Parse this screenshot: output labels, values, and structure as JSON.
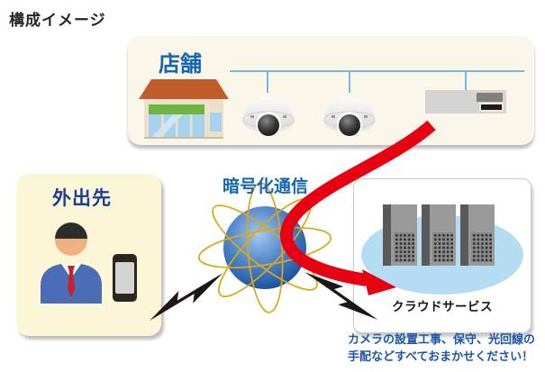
{
  "title": "構成イメージ",
  "panels": {
    "store": {
      "label": "店舗"
    },
    "away": {
      "label": "外出先"
    },
    "cloud": {
      "label": "クラウドサービス"
    }
  },
  "encryption_label": "暗号化通信",
  "caption": {
    "line1": "カメラの設置工事、保守、光回線の",
    "line2": "手配などすべておまかせください！"
  },
  "icons": {
    "store": "storefront-icon",
    "cameras": [
      "dome-camera-icon",
      "dome-camera-icon"
    ],
    "recorder": "network-recorder-icon",
    "person": "businessperson-icon",
    "phone": "smartphone-icon",
    "globe": "encrypted-network-globe-icon",
    "bolts": [
      "lightning-bolt-icon",
      "lightning-bolt-icon"
    ],
    "servers": [
      "server-rack-icon",
      "server-rack-icon",
      "server-rack-icon"
    ],
    "arrow": "red-curved-arrow-icon"
  },
  "colors": {
    "accent_red": "#e60012",
    "label_blue": "#1566b2",
    "away_navy": "#1a3e96",
    "caption_blue": "#1c56a4",
    "network_line_blue": "#7db6d8",
    "globe_blue": "#2a62ad",
    "orbit_gold": "#dba818",
    "store_panel_bg": "#faf7ea",
    "away_panel_bg": "#fbf7d6",
    "cloud_ellipse_blue": "#b6dcf3",
    "roof_orange": "#c05c29",
    "awning_green": "#6fb340"
  }
}
